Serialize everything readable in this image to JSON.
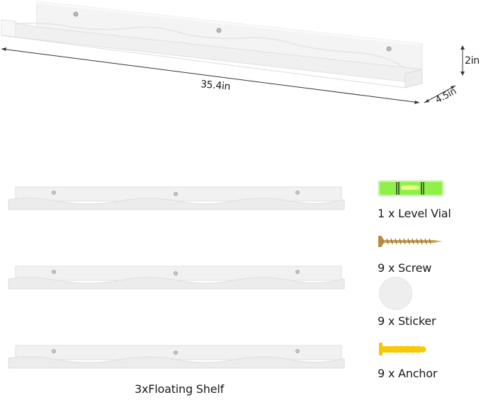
{
  "hero_shelf": {
    "dimensions": {
      "length": "35.4in",
      "height": "2in",
      "depth": "4.5in"
    }
  },
  "package_contents": {
    "shelves_caption": "3xFloating Shelf",
    "shelf_count": 3,
    "accessories": [
      {
        "label": "1 x Level Vial",
        "icon": "level-vial-icon",
        "color": "#7ee83a"
      },
      {
        "label": "9 x Screw",
        "icon": "screw-icon",
        "color": "#b8893f"
      },
      {
        "label": "9 x Sticker",
        "icon": "sticker-icon",
        "color": "#eeeeee"
      },
      {
        "label": "9 x Anchor",
        "icon": "wall-anchor-icon",
        "color": "#f5c400"
      }
    ]
  },
  "colors": {
    "shelf_white": "#f7f7f7",
    "shelf_shadow": "#e2e2e2",
    "text": "#1a1a1a"
  }
}
